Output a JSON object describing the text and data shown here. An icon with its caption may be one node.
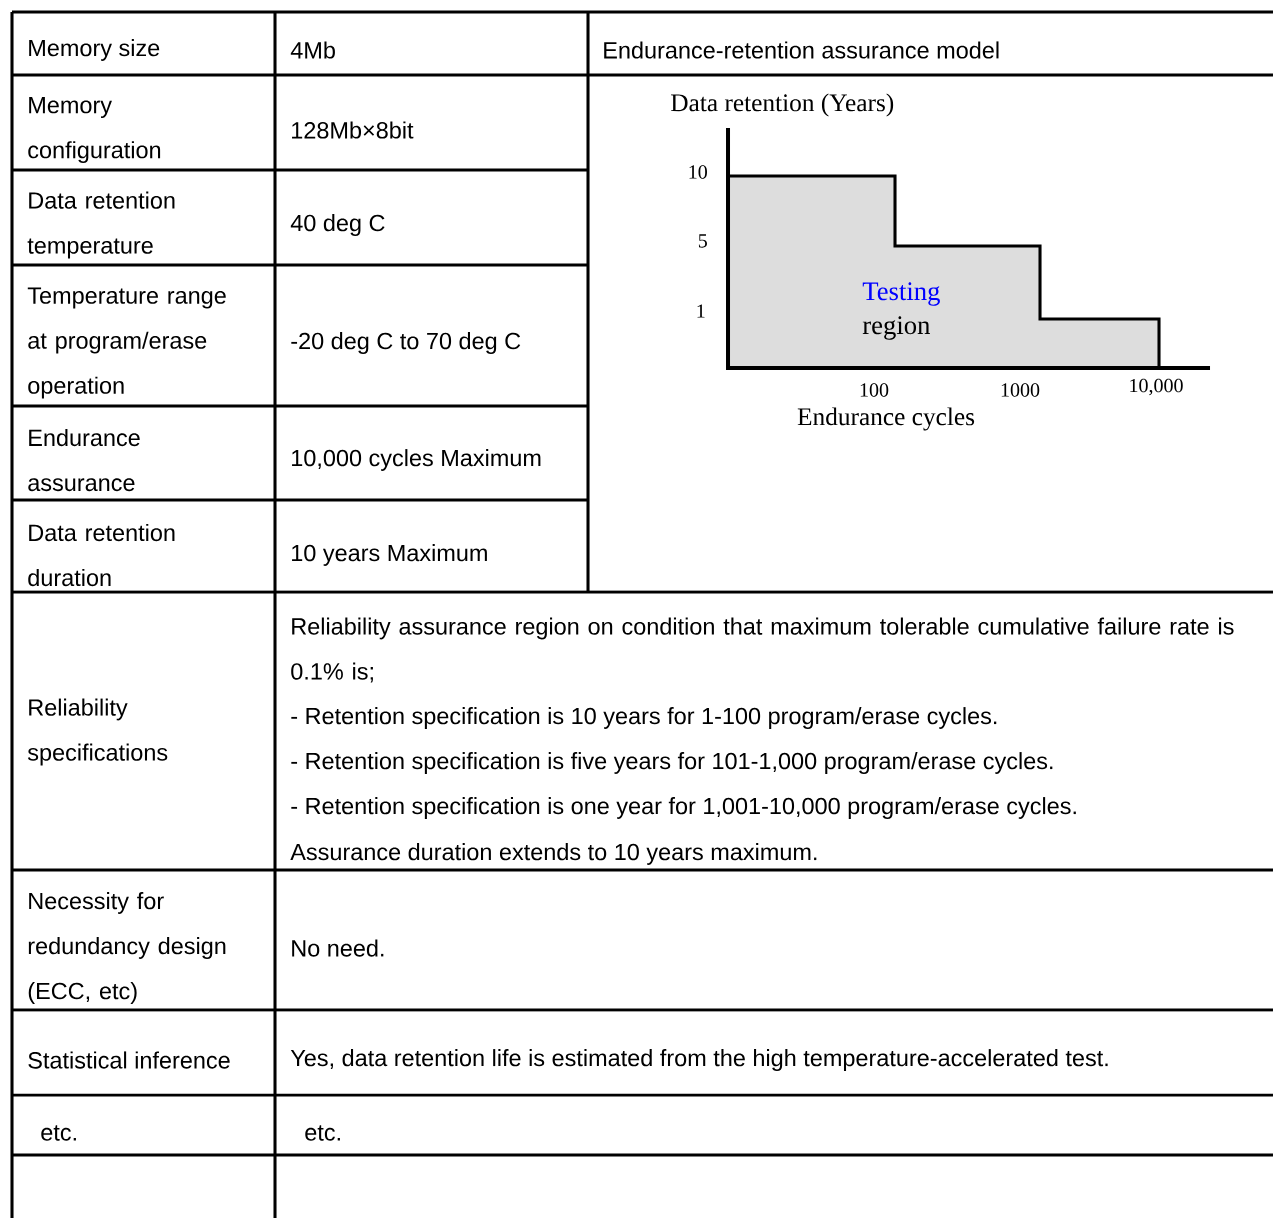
{
  "diagram": {
    "labels": [
      "Memory size",
      "4Mb",
      "Endurance-retention assurance model",
      "Data retention (Years)",
      "10",
      "5",
      "1",
      "Testing",
      "region",
      "100",
      "1000",
      "10,000",
      "Endurance cycles",
      "Memory configuration",
      "128Mb×8bit",
      "Data retention temperature",
      "40 deg C",
      "Temperature range at program/erase operation",
      "-20 deg C to 70 deg C",
      "Endurance assurance",
      "10,000 cycles Maximum",
      "Data retention duration",
      "10 years Maximum",
      "Reliability specifications",
      "Reliability assurance region on condition that maximum tolerable cumulative failure rate is 0.1% is;",
      "- Retention specification is 10 years for 1-100 program/erase cycles.",
      "- Retention specification is five years for 101-1,000 program/erase cycles.",
      "- Retention specification is one year for 1,001-10,000 program/erase cycles.",
      "Assurance duration extends to 10 years maximum.",
      "Necessity for redundancy design (ECC, etc)",
      "No need.",
      "Statistical inference",
      "Yes, data retention life is estimated from the high temperature-accelerated test.",
      "etc.",
      "etc."
    ]
  }
}
